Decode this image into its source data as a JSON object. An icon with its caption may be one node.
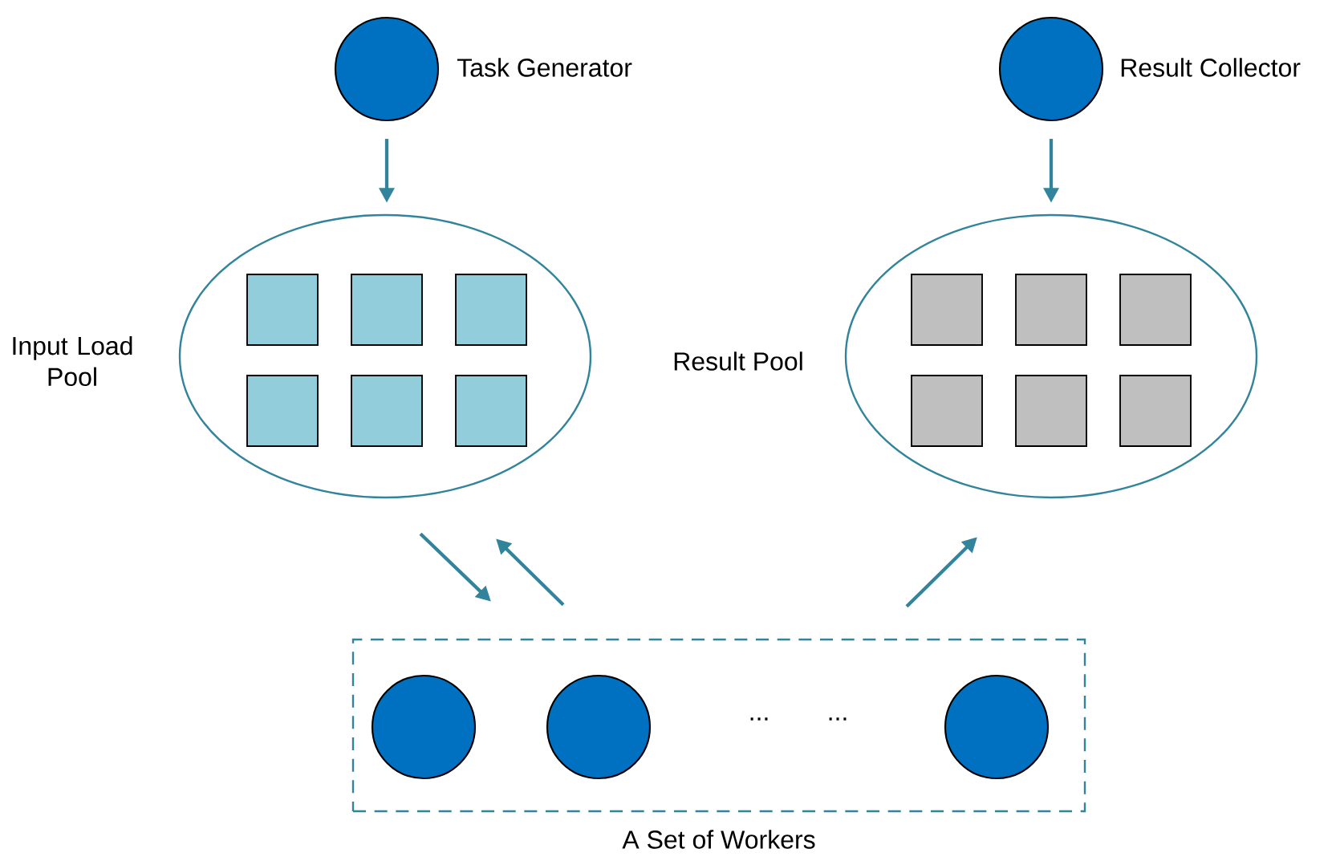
{
  "diagram": {
    "nodes": [
      {
        "text": [
          "Task Generator"
        ]
      },
      {
        "text": [
          "Result Collector"
        ]
      },
      {
        "text": [
          "Input Load Pool"
        ]
      },
      {
        "text": [
          "Result Pool"
        ]
      },
      {
        "text": [],
        "shape": "box",
        "in": 2
      },
      {
        "text": [],
        "shape": "box",
        "in": 2
      },
      {
        "text": [],
        "shape": "box",
        "in": 2
      },
      {
        "text": [],
        "shape": "box",
        "in": 2
      },
      {
        "text": [],
        "shape": "box",
        "in": 2
      },
      {
        "text": [],
        "shape": "box",
        "in": 2
      },
      {
        "text": [],
        "shape": "box",
        "in": 3
      },
      {
        "text": [],
        "shape": "box",
        "in": 3
      },
      {
        "text": [],
        "shape": "box",
        "in": 3
      },
      {
        "text": [],
        "shape": "box",
        "in": 3
      },
      {
        "text": [],
        "shape": "box",
        "in": 3
      },
      {
        "text": [],
        "shape": "box",
        "in": 3
      },
      {
        "text": [
          "A Set of Workers"
        ]
      },
      {
        "text": [],
        "shape": "circle",
        "in": 16
      },
      {
        "text": [],
        "shape": "circle",
        "in": 16
      },
      {
        "text": [],
        "shape": "circle",
        "in": 16
      }
    ],
    "edges": [
      {
        "from": 0,
        "to": 2,
        "arrow": "to"
      },
      {
        "from": 1,
        "to": 3,
        "arrow": "to"
      },
      {
        "from": 2,
        "to": 16,
        "arrow": "to"
      },
      {
        "from": 16,
        "to": 2,
        "arrow": "to"
      },
      {
        "from": 16,
        "to": 3,
        "arrow": "to"
      }
    ],
    "labels": [
      "...",
      "..."
    ]
  }
}
